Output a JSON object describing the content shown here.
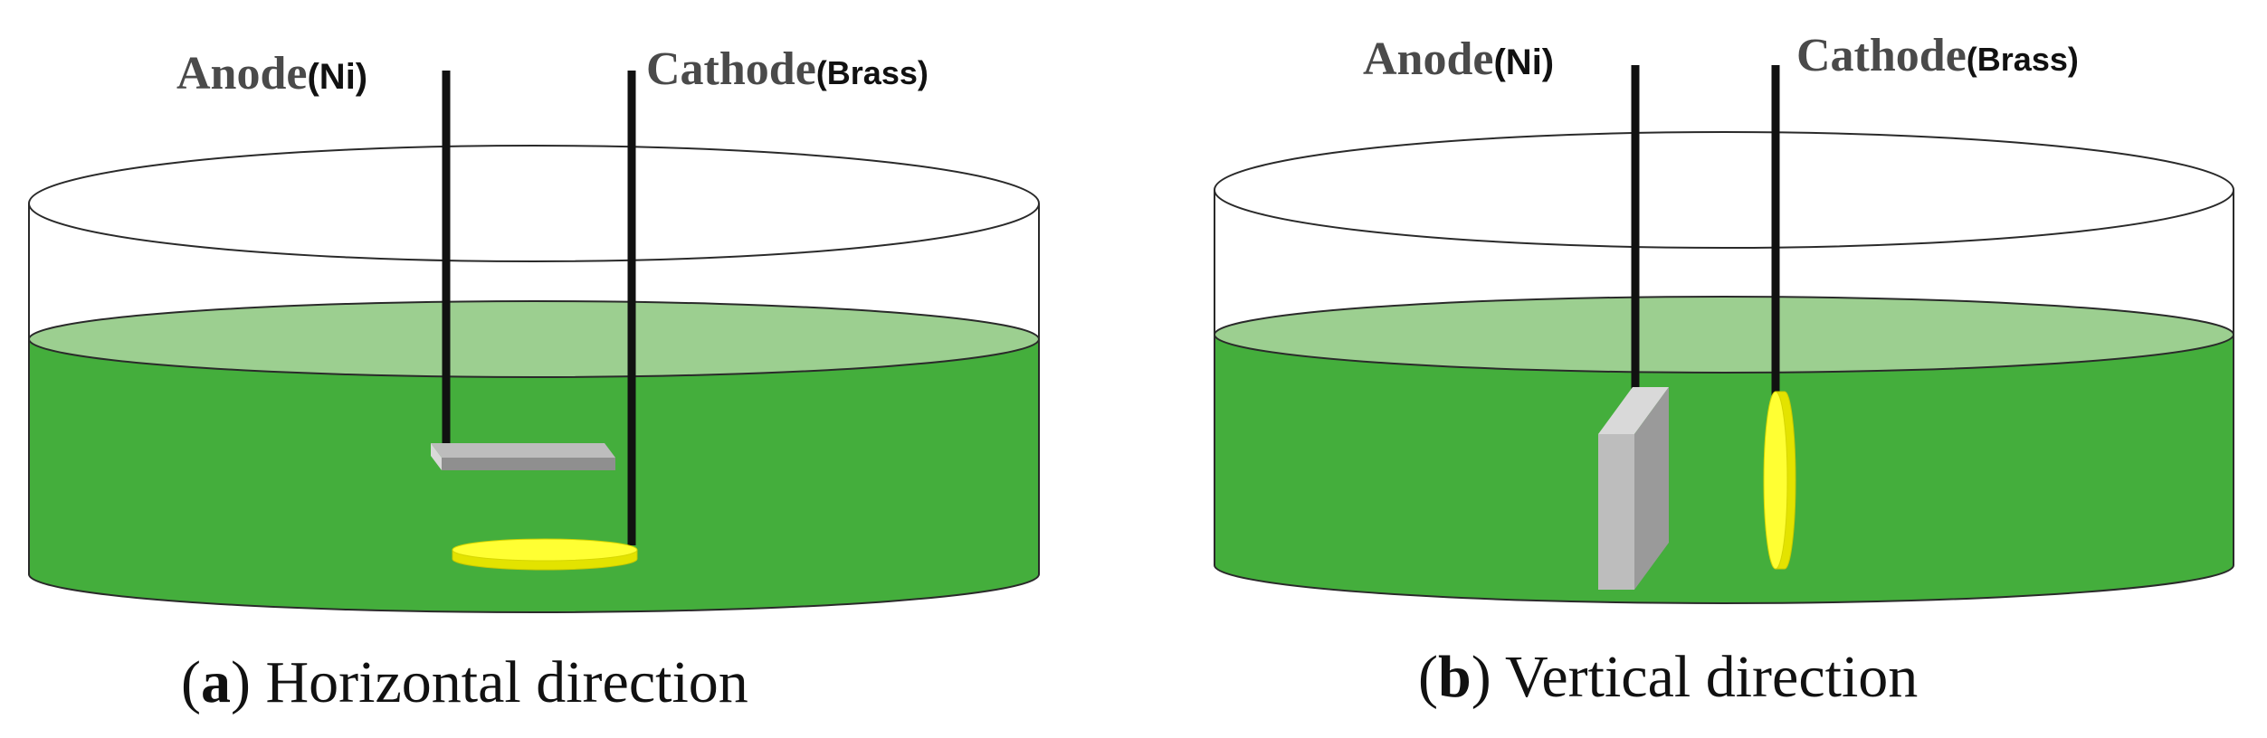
{
  "panels": [
    {
      "anode_word": "Anode",
      "anode_material": "(Ni)",
      "cathode_word": "Cathode",
      "cathode_material": "(Brass)",
      "caption_letter": "a",
      "caption_text": "Horizontal direction"
    },
    {
      "anode_word": "Anode",
      "anode_material": "(Ni)",
      "cathode_word": "Cathode",
      "cathode_material": "(Brass)",
      "caption_letter": "b",
      "caption_text": "Vertical direction"
    }
  ],
  "colors": {
    "electrolyte": "#44ae3c",
    "electrolyte_surface": "#9ccf90",
    "nickel": "#a5a5a5",
    "brass": "#ffff00",
    "wire": "#111111"
  }
}
